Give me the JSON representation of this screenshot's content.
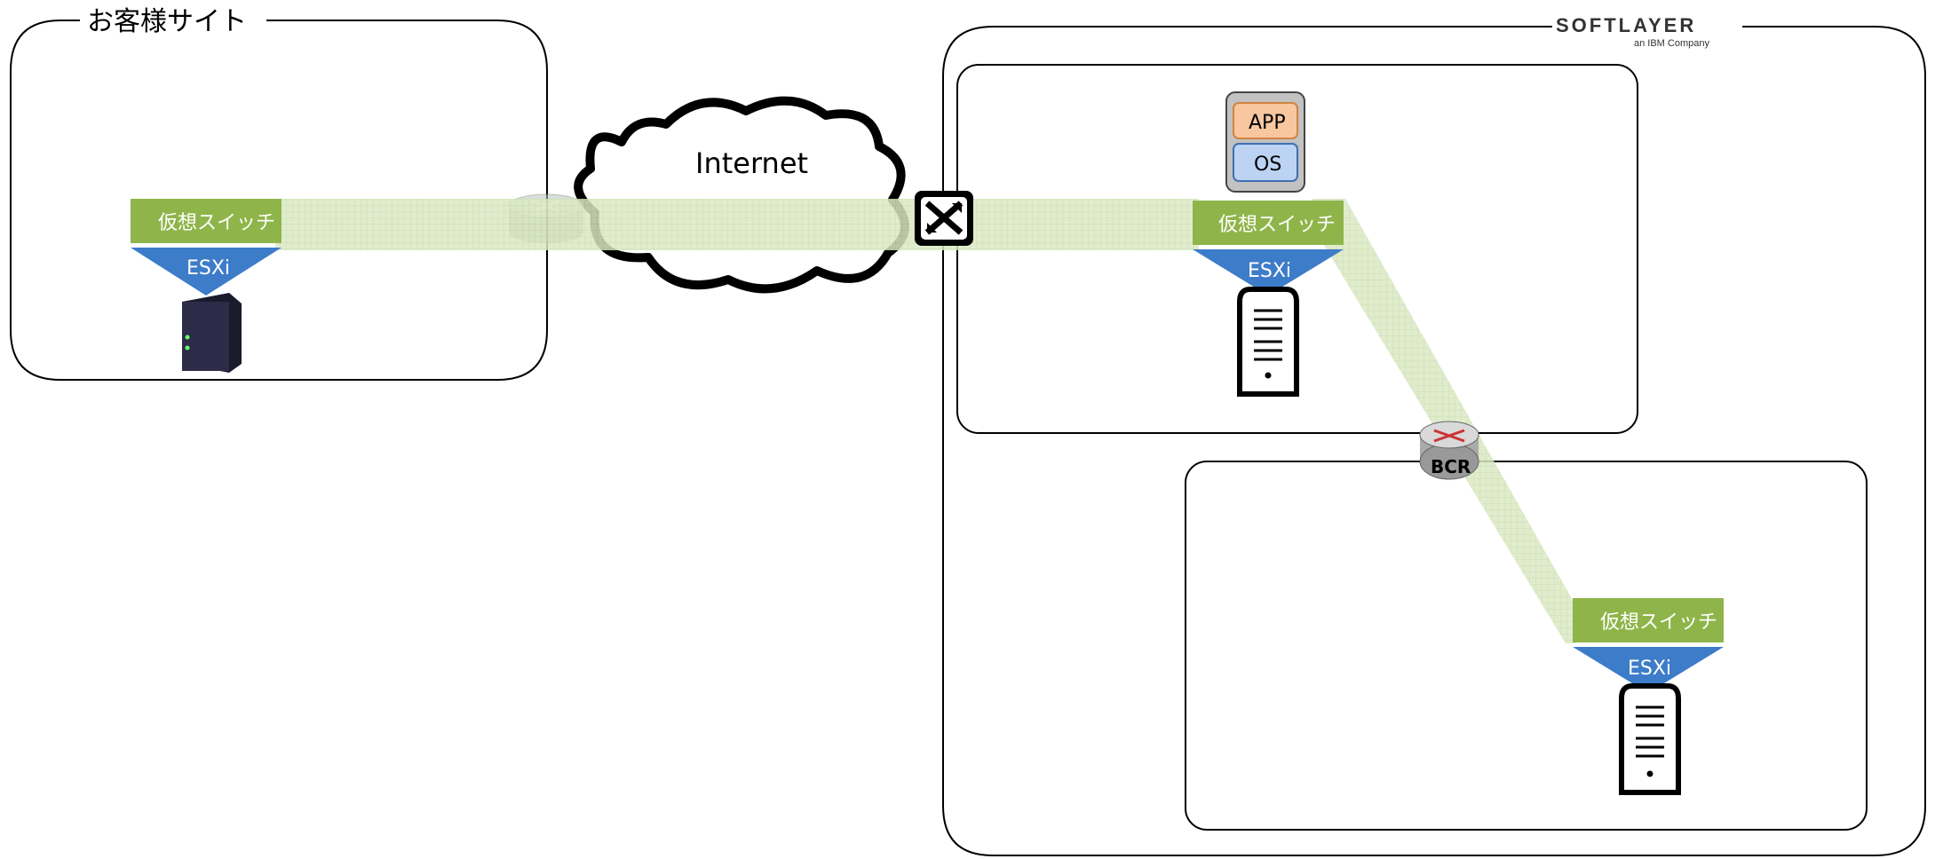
{
  "customer_site": {
    "title": "お客様サイト"
  },
  "internet": {
    "label": "Internet"
  },
  "softlayer": {
    "logo_text": "SOFTLAYER",
    "tagline": "an IBM Company"
  },
  "labels": {
    "vswitch": "仮想スイッチ",
    "esxi": "ESXi",
    "app": "APP",
    "os": "OS",
    "bcr": "BCR"
  },
  "colors": {
    "vswitch_green": "#8fb54a",
    "esxi_blue": "#3d7cc9",
    "tunnel_green": "#d7e6bf",
    "app_orange": "#f8c7a0",
    "os_blue": "#bcd3f3"
  }
}
